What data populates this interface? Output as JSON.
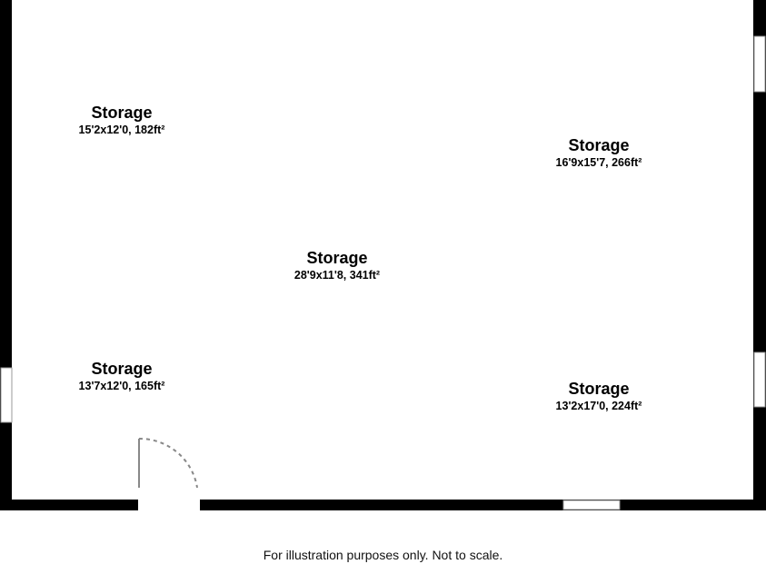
{
  "rooms": [
    {
      "name": "Storage",
      "dims": "15'2x12'0, 182ft²"
    },
    {
      "name": "Storage",
      "dims": "16'9x15'7, 266ft²"
    },
    {
      "name": "Storage",
      "dims": "28'9x11'8, 341ft²"
    },
    {
      "name": "Storage",
      "dims": "13'7x12'0, 165ft²"
    },
    {
      "name": "Storage",
      "dims": "13'2x17'0, 224ft²"
    }
  ],
  "disclaimer": "For illustration purposes only. Not to scale."
}
